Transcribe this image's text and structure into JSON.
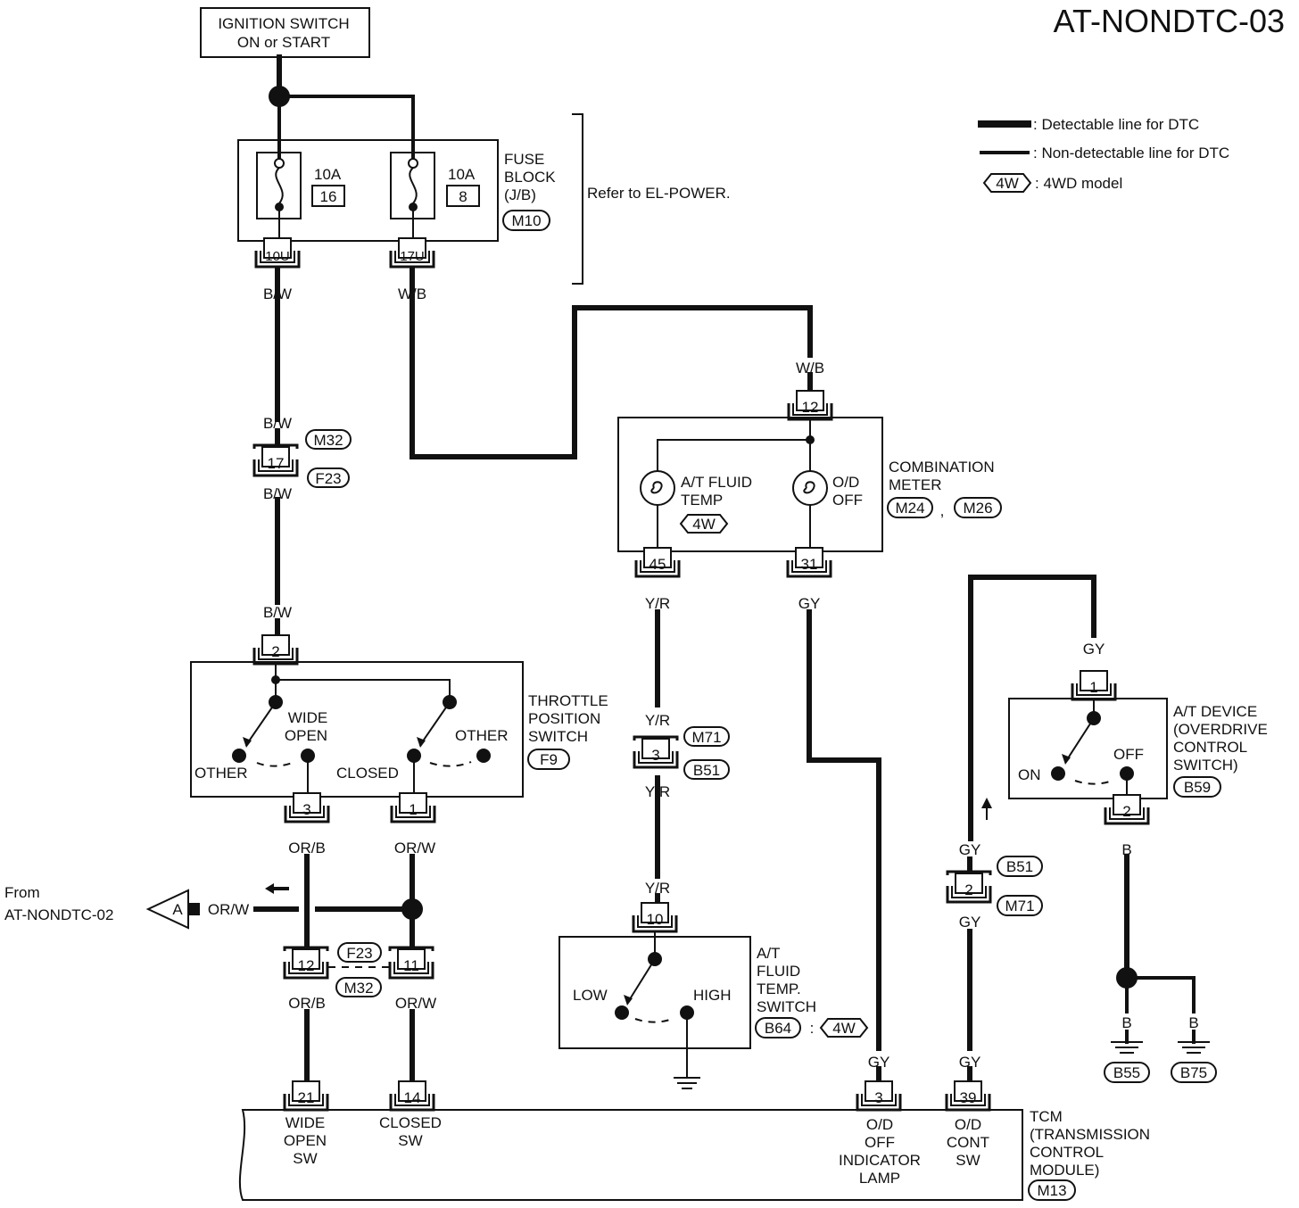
{
  "page_id": "AT-NONDTC-03",
  "legend": {
    "detectable": ": Detectable line for DTC",
    "non_detectable": ": Non-detectable line for DTC",
    "badge_4w": "4W",
    "model_4wd": ": 4WD model"
  },
  "ignition": {
    "line1": "IGNITION SWITCH",
    "line2": "ON or START"
  },
  "fuse_block": {
    "fuse1_amp": "10A",
    "fuse1_num": "16",
    "fuse2_amp": "10A",
    "fuse2_num": "8",
    "label1": "FUSE",
    "label2": "BLOCK",
    "label3": "(J/B)",
    "connector": "M10",
    "terminal1": "10U",
    "terminal2": "17U",
    "refer": "Refer to EL-POWER."
  },
  "wires": {
    "bw": "B/W",
    "wb": "W/B",
    "yr": "Y/R",
    "gy": "GY",
    "orb": "OR/B",
    "orw": "OR/W",
    "b": "B"
  },
  "joint_17": {
    "terminal": "17",
    "conn1": "M32",
    "conn2": "F23"
  },
  "combination_meter": {
    "terminal_top": "12",
    "terminal_left": "45",
    "terminal_right": "31",
    "lamp1_l1": "A/T FLUID",
    "lamp1_l2": "TEMP",
    "lamp1_badge": "4W",
    "lamp2_l1": "O/D",
    "lamp2_l2": "OFF",
    "label1": "COMBINATION",
    "label2": "METER",
    "conn1": "M24",
    "conn2": "M26",
    "sep": ","
  },
  "throttle_switch": {
    "terminal_top": "2",
    "terminal_left": "3",
    "terminal_right": "1",
    "wide_open_l1": "WIDE",
    "wide_open_l2": "OPEN",
    "other_left": "OTHER",
    "other_right": "OTHER",
    "closed": "CLOSED",
    "label1": "THROTTLE",
    "label2": "POSITION",
    "label3": "SWITCH",
    "connector": "F9"
  },
  "joint_3": {
    "terminal": "3",
    "conn1": "M71",
    "conn2": "B51"
  },
  "from_ref": {
    "line1": "From",
    "line2": "AT-NONDTC-02",
    "marker": "A"
  },
  "joint_12_11": {
    "terminal_left": "12",
    "terminal_right": "11",
    "conn1": "F23",
    "conn2": "M32"
  },
  "fluid_temp_switch": {
    "terminal": "10",
    "low": "LOW",
    "high": "HIGH",
    "label1": "A/T",
    "label2": "FLUID",
    "label3": "TEMP.",
    "label4": "SWITCH",
    "connector": "B64",
    "sep": ":",
    "badge": "4W"
  },
  "at_device": {
    "terminal_top": "1",
    "terminal_bottom": "2",
    "on": "ON",
    "off": "OFF",
    "label1": "A/T DEVICE",
    "label2": "(OVERDRIVE",
    "label3": "CONTROL",
    "label4": "SWITCH)",
    "connector": "B59"
  },
  "joint_2": {
    "terminal": "2",
    "conn1": "B51",
    "conn2": "M71"
  },
  "grounds": {
    "g1": "B55",
    "g2": "B75"
  },
  "tcm": {
    "t21": "21",
    "t14": "14",
    "t3": "3",
    "t39": "39",
    "wide_l1": "WIDE",
    "wide_l2": "OPEN",
    "wide_l3": "SW",
    "closed_l1": "CLOSED",
    "closed_l2": "SW",
    "od_l1": "O/D",
    "od_l2": "OFF",
    "od_l3": "INDICATOR",
    "od_l4": "LAMP",
    "cont_l1": "O/D",
    "cont_l2": "CONT",
    "cont_l3": "SW",
    "label1": "TCM",
    "label2": "(TRANSMISSION",
    "label3": "CONTROL",
    "label4": "MODULE)",
    "connector": "M13"
  }
}
